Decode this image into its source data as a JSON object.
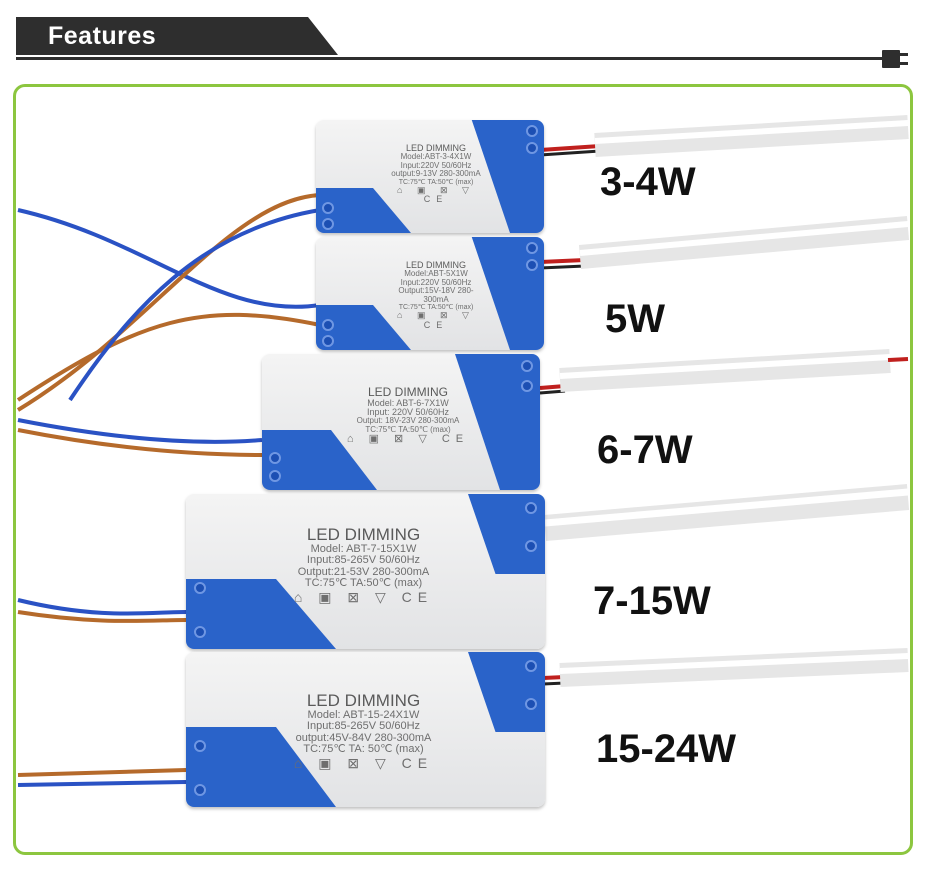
{
  "header": {
    "title": "Features"
  },
  "products": [
    {
      "label": "LED DIMMING",
      "model": "Model:ABT-3-4X1W",
      "input": "Input:220V 50/60Hz",
      "output": "output:9-13V 280-300mA",
      "temp": "TC:75℃ TA:50℃ (max)",
      "marks": "⌂ ▣ ⊠ ▽ CE",
      "watt": "3-4W"
    },
    {
      "label": "LED DIMMING",
      "model": "Model:ABT-5X1W",
      "input": "Input:220V 50/60Hz",
      "output": "Output:15V-18V 280-300mA",
      "temp": "TC:75℃ TA:50℃ (max)",
      "marks": "⌂ ▣ ⊠ ▽ CE",
      "watt": "5W"
    },
    {
      "label": "LED DIMMING",
      "model": "Model: ABT-6-7X1W",
      "input": "Input: 220V 50/60Hz",
      "output": "Output: 18V-23V 280-300mA",
      "temp": "TC:75℃ TA:50℃ (max)",
      "marks": "⌂ ▣ ⊠ ▽ CE",
      "watt": "6-7W"
    },
    {
      "label": "LED DIMMING",
      "model": "Model: ABT-7-15X1W",
      "input": "Input:85-265V 50/60Hz",
      "output": "Output:21-53V 280-300mA",
      "temp": "TC:75℃ TA:50℃ (max)",
      "marks": "⌂ ▣ ⊠ ▽ CE",
      "watt": "7-15W"
    },
    {
      "label": "LED DIMMING",
      "model": "Model: ABT-15-24X1W",
      "input": "Input:85-265V 50/60Hz",
      "output": "output:45V-84V 280-300mA",
      "temp": "TC:75℃ TA: 50℃ (max)",
      "marks": "⌂ ▣ ⊠ ▽ CE",
      "watt": "15-24W"
    }
  ]
}
